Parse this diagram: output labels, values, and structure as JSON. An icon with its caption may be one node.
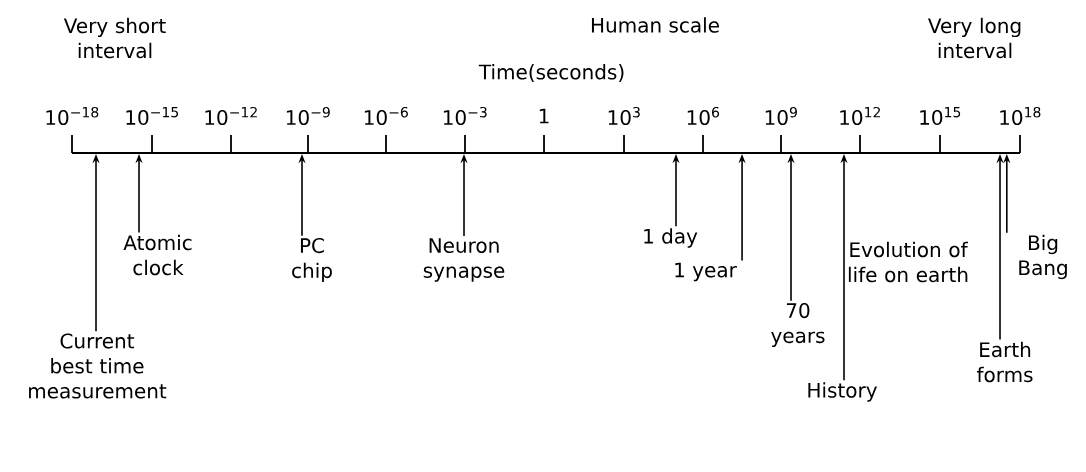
{
  "diagram": {
    "nodes": [
      {
        "text": [
          "Current best time measurement"
        ]
      },
      {
        "text": [
          "Atomic clock"
        ]
      },
      {
        "text": [
          "PC chip"
        ]
      },
      {
        "text": [
          "Neuron synapse"
        ]
      },
      {
        "text": [
          "1 day"
        ]
      },
      {
        "text": [
          "1 year"
        ]
      },
      {
        "text": [
          "70 years"
        ]
      },
      {
        "text": [
          "History"
        ]
      },
      {
        "text": [
          "Earth forms"
        ]
      },
      {
        "text": [
          "Big Bang"
        ]
      }
    ],
    "edges": [
      {
        "from": 0,
        "to": null,
        "arrow": "to"
      },
      {
        "from": 1,
        "to": null,
        "arrow": "to"
      },
      {
        "from": 2,
        "to": null,
        "arrow": "to"
      },
      {
        "from": 3,
        "to": null,
        "arrow": "to"
      },
      {
        "from": 4,
        "to": null,
        "arrow": "to"
      },
      {
        "from": 5,
        "to": null,
        "arrow": "to"
      },
      {
        "from": 6,
        "to": null,
        "arrow": "to"
      },
      {
        "from": 7,
        "to": null,
        "arrow": "to"
      },
      {
        "from": 8,
        "to": null,
        "arrow": "to"
      },
      {
        "from": 9,
        "to": null,
        "arrow": "to"
      }
    ],
    "labels": [
      "Very short interval",
      "Human scale",
      "Very long interval",
      "Time(seconds)",
      "10$^{−18}$",
      "10$^{−15}$",
      "10$^{−12}$",
      "10$^{−9}$",
      "10$^{−6}$",
      "10$^{−3}$",
      "1",
      "10$^{3}$",
      "10$^{6}$",
      "10$^{9}$",
      "10$^{12}$",
      "10$^{15}$",
      "10$^{18}$",
      "Evolution of life on earth"
    ]
  }
}
